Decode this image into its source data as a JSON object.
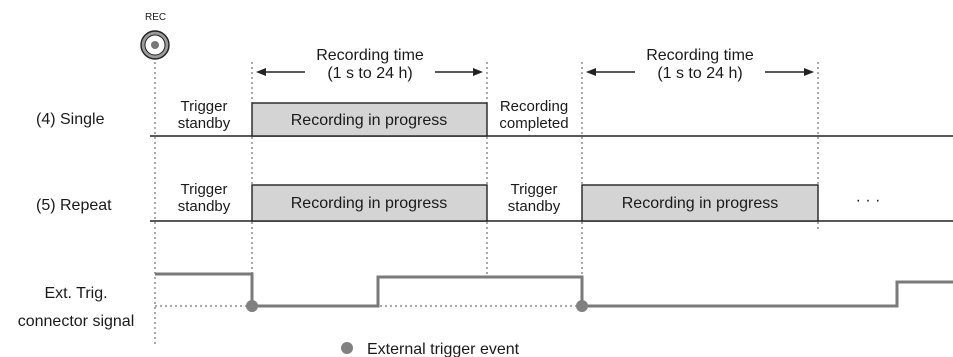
{
  "rec_button_label": "REC",
  "timeline": {
    "time_range_1": {
      "title": "Recording time",
      "range": "(1 s to 24 h)"
    },
    "time_range_2": {
      "title": "Recording time",
      "range": "(1 s to 24 h)"
    }
  },
  "rows": {
    "single": {
      "label": "(4) Single",
      "standby": [
        "Trigger",
        "standby"
      ],
      "recording": "Recording in progress",
      "completed": [
        "Recording",
        "completed"
      ]
    },
    "repeat": {
      "label": "(5) Repeat",
      "standby_1": [
        "Trigger",
        "standby"
      ],
      "recording_1": "Recording in progress",
      "standby_2": [
        "Trigger",
        "standby"
      ],
      "recording_2": "Recording in progress",
      "continuation": "· · ·"
    },
    "ext_trig": {
      "label": [
        "Ext. Trig.",
        "connector signal"
      ]
    }
  },
  "legend": {
    "marker_label": "External trigger event"
  },
  "colors": {
    "signal": "#7a7a7a",
    "box_fill": "#d4d4d4",
    "line": "#222222"
  },
  "icons": {
    "rec": "record-button-icon",
    "event": "filled-circle-icon"
  }
}
